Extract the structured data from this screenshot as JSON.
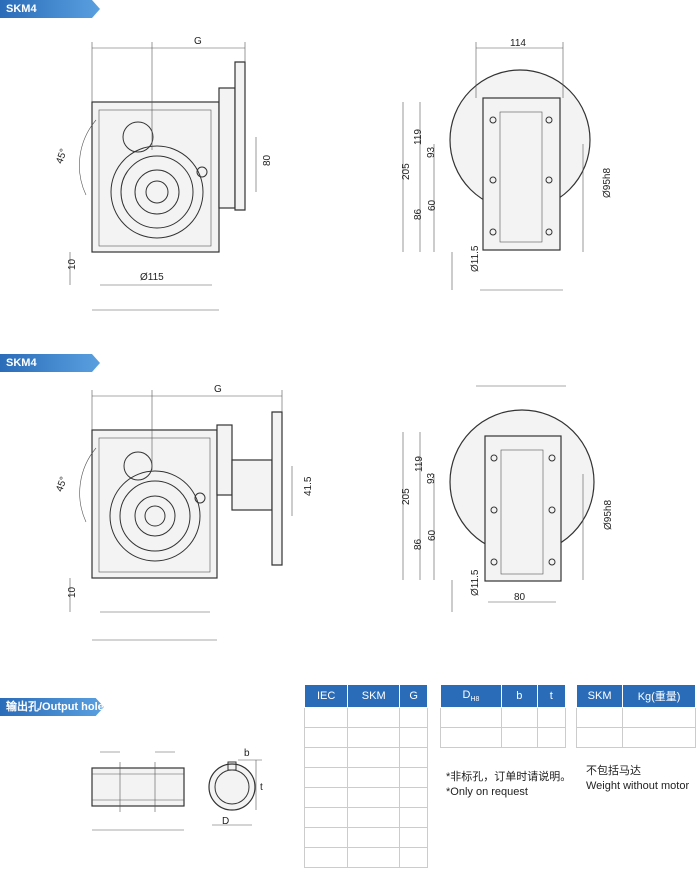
{
  "banners": {
    "top": "SKM4",
    "middle": "SKM4",
    "output": "输出孔/Output hole"
  },
  "top_view": {
    "label_g": "G",
    "angle": "45°",
    "dim_80": "80",
    "dim_10": "10",
    "dim_115": "Ø115"
  },
  "top_side": {
    "dim_114": "114",
    "dim_119": "119",
    "dim_93": "93",
    "dim_205": "205",
    "dim_86": "86",
    "dim_60": "60",
    "dim_bore": "Ø95h8",
    "dim_hole": "Ø11.5"
  },
  "mid_view": {
    "label_g": "G",
    "angle": "45°",
    "dim_41": "41.5",
    "dim_10": "10"
  },
  "mid_side": {
    "dim_119": "119",
    "dim_93": "93",
    "dim_205": "205",
    "dim_86": "86",
    "dim_60": "60",
    "dim_bore": "Ø95h8",
    "dim_hole": "Ø11.5",
    "dim_80": "80"
  },
  "output_hole": {
    "label_b": "b",
    "label_t": "t",
    "label_d": "D"
  },
  "table1": {
    "headers": [
      "IEC",
      "SKM",
      "G"
    ]
  },
  "table2": {
    "headers": [
      "D",
      "b",
      "t"
    ],
    "header_sub": "H8",
    "note_cn": "*非标孔，订单时请说明。",
    "note_en": "*Only on request"
  },
  "table3": {
    "headers": [
      "SKM",
      "Kg(重量)"
    ],
    "note_cn": "不包括马达",
    "note_en": "Weight without motor"
  }
}
